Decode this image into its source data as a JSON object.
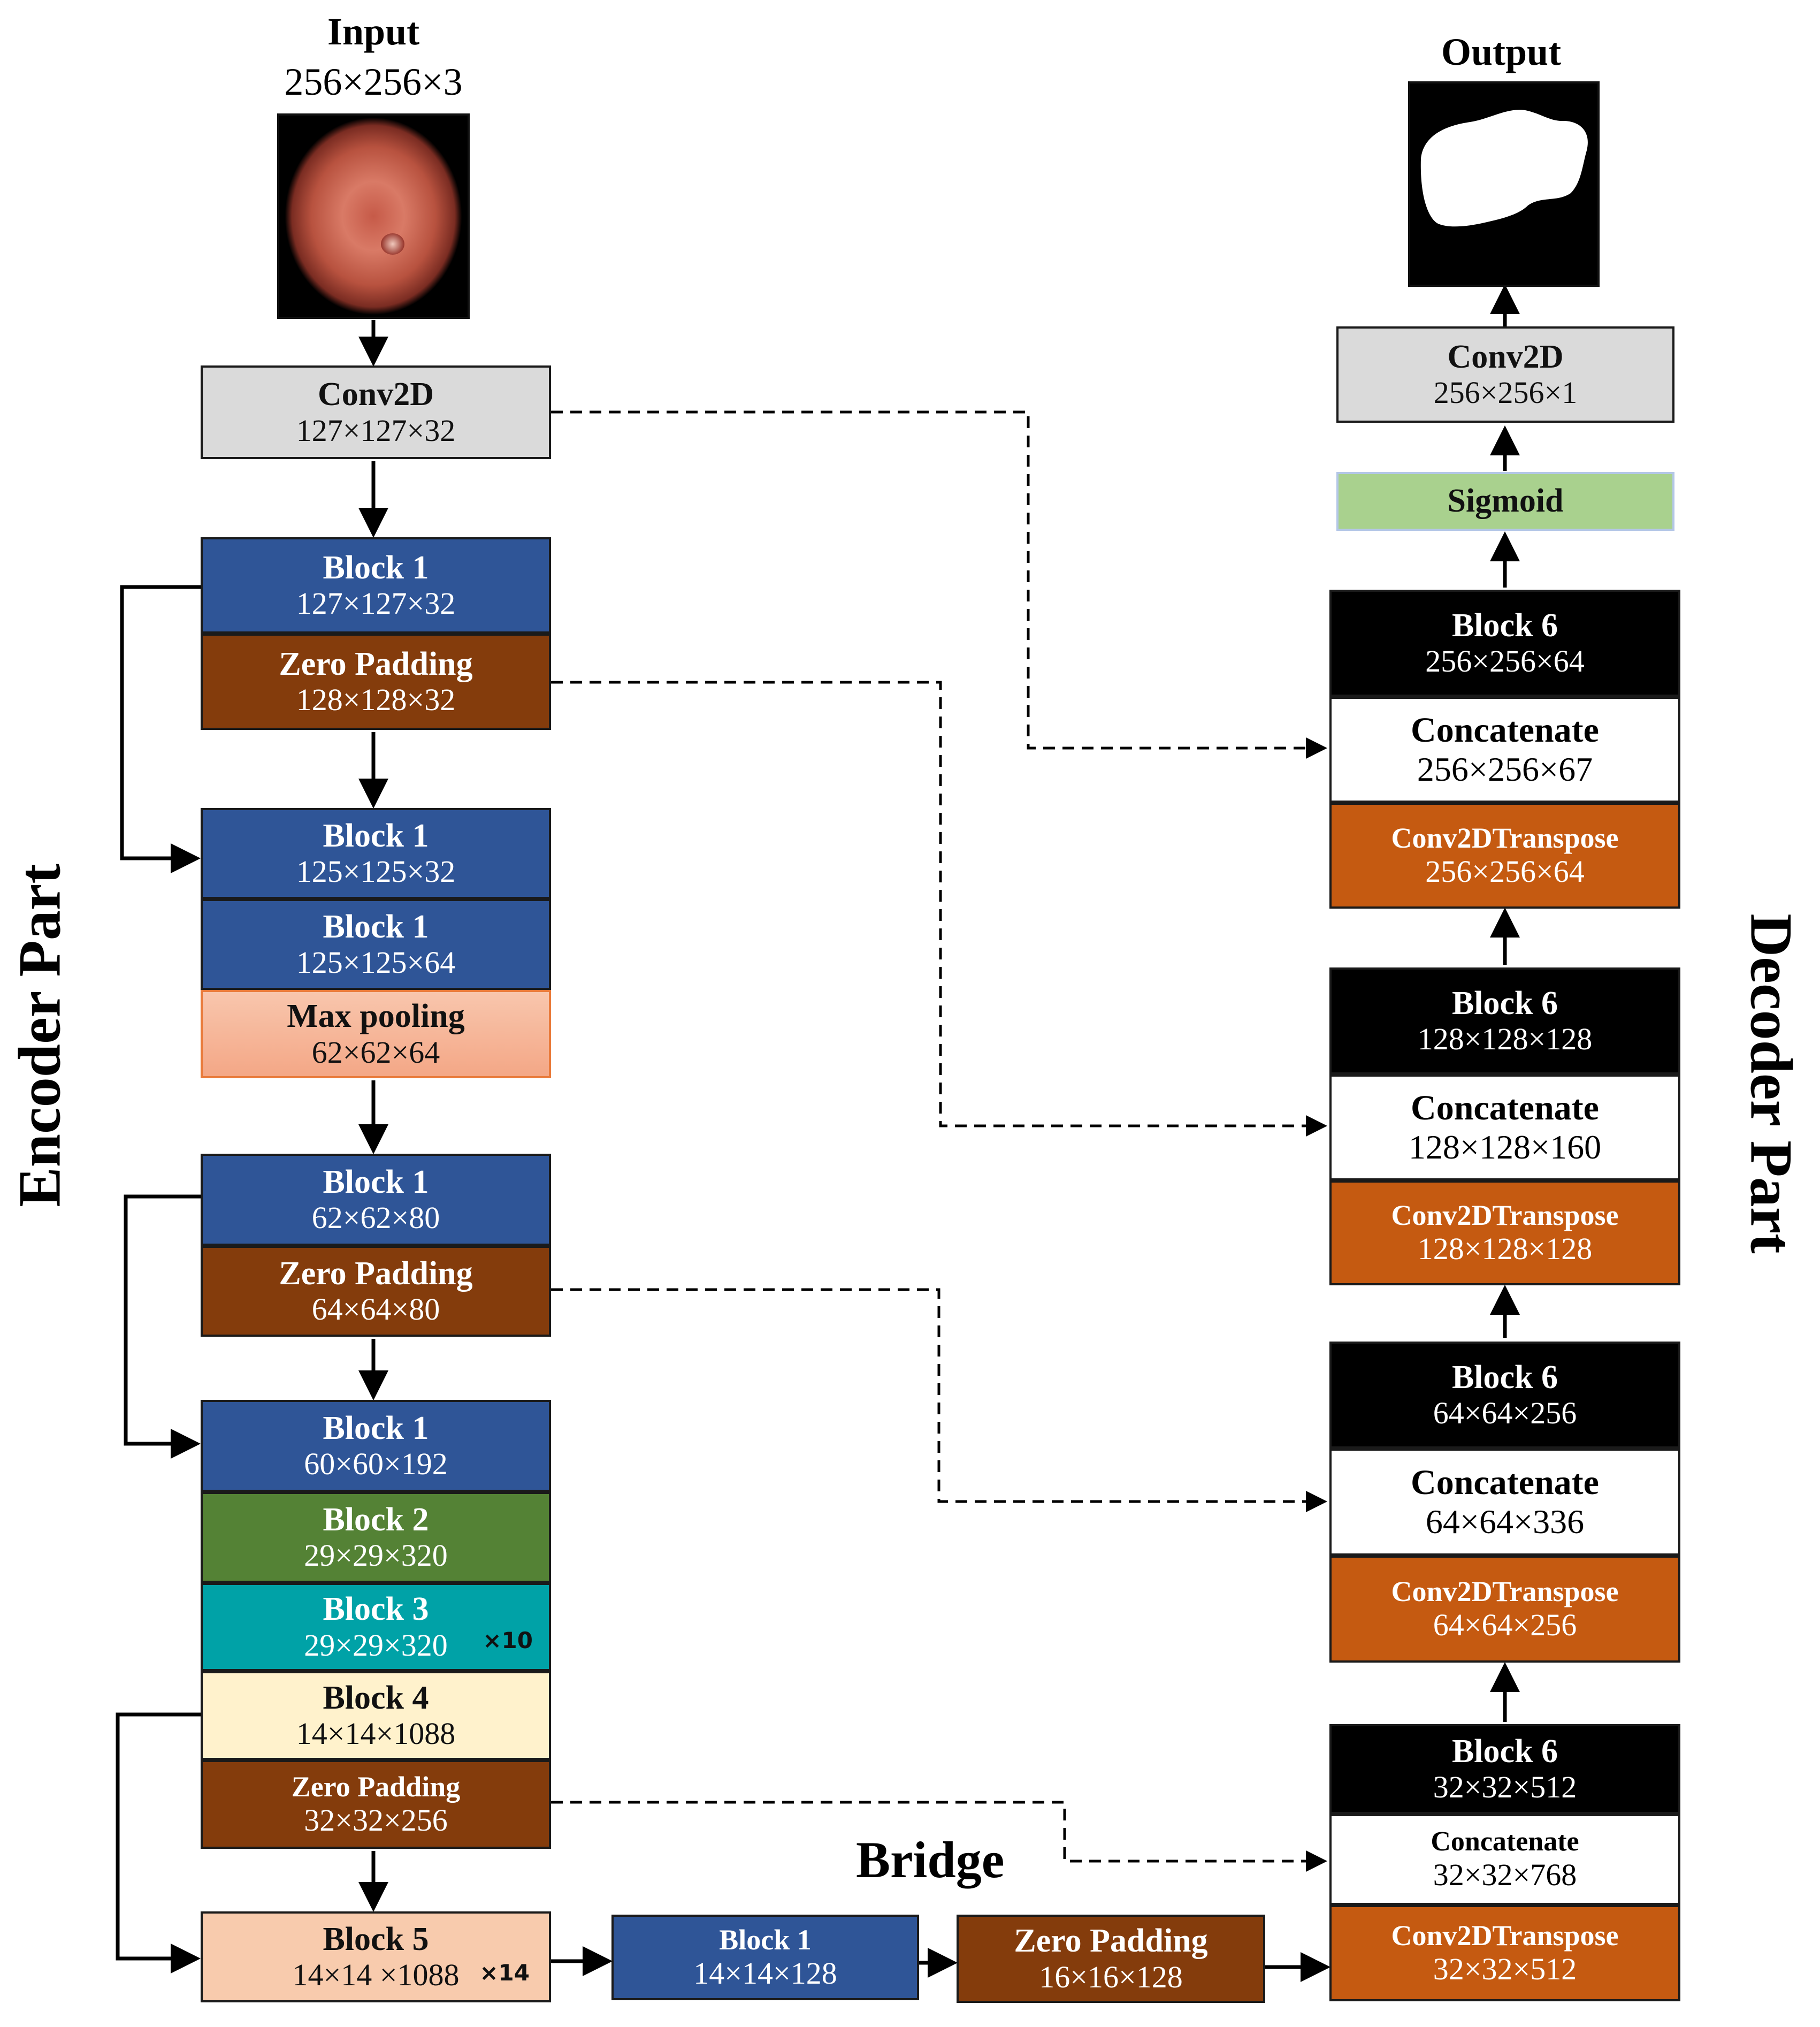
{
  "input": {
    "title": "Input",
    "size": "256×256×3"
  },
  "output": {
    "title": "Output"
  },
  "labels": {
    "encoder": "Encoder Part",
    "decoder": "Decoder Part",
    "bridge": "Bridge"
  },
  "encoder": [
    {
      "title": "Conv2D",
      "size": "127×127×32"
    },
    {
      "title": "Block 1",
      "size": "127×127×32"
    },
    {
      "title": "Zero Padding",
      "size": "128×128×32"
    },
    {
      "title": "Block 1",
      "size": "125×125×32"
    },
    {
      "title": "Block 1",
      "size": "125×125×64"
    },
    {
      "title": "Max pooling",
      "size": "62×62×64"
    },
    {
      "title": "Block 1",
      "size": "62×62×80"
    },
    {
      "title": "Zero Padding",
      "size": "64×64×80"
    },
    {
      "title": "Block 1",
      "size": "60×60×192"
    },
    {
      "title": "Block 2",
      "size": "29×29×320"
    },
    {
      "title": "Block 3",
      "size": "29×29×320",
      "repeat": "×10"
    },
    {
      "title": "Block 4",
      "size": "14×14×1088"
    },
    {
      "title": "Zero Padding",
      "size": "32×32×256"
    },
    {
      "title": "Block 5",
      "size": "14×14 ×1088",
      "repeat": "×14"
    }
  ],
  "bridge": [
    {
      "title": "Block 1",
      "size": "14×14×128"
    },
    {
      "title": "Zero Padding",
      "size": "16×16×128"
    }
  ],
  "decoder": [
    {
      "title": "Conv2DTranspose",
      "size": "32×32×512"
    },
    {
      "title": "Concatenate",
      "size": "32×32×768"
    },
    {
      "title": "Block 6",
      "size": "32×32×512"
    },
    {
      "title": "Conv2DTranspose",
      "size": "64×64×256"
    },
    {
      "title": "Concatenate",
      "size": "64×64×336"
    },
    {
      "title": "Block 6",
      "size": "64×64×256"
    },
    {
      "title": "Conv2DTranspose",
      "size": "128×128×128"
    },
    {
      "title": "Concatenate",
      "size": "128×128×160"
    },
    {
      "title": "Block 6",
      "size": "128×128×128"
    },
    {
      "title": "Conv2DTranspose",
      "size": "256×256×64"
    },
    {
      "title": "Concatenate",
      "size": "256×256×67"
    },
    {
      "title": "Block 6",
      "size": "256×256×64"
    },
    {
      "title": "Sigmoid"
    },
    {
      "title": "Conv2D",
      "size": "256×256×1"
    }
  ]
}
